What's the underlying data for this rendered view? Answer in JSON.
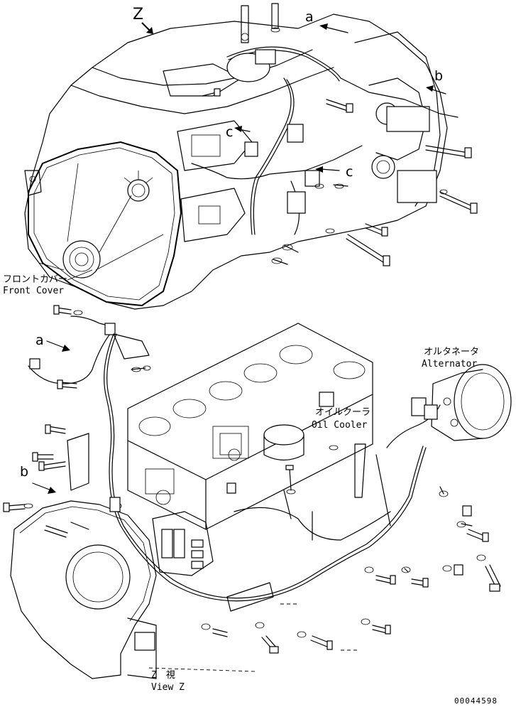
{
  "callouts": {
    "z_view_marker": "Z",
    "arrow_a_top": "a",
    "arrow_b_top": "b",
    "arrow_c_left": "c",
    "arrow_c_right": "c",
    "arrow_a_bottom": "a",
    "arrow_b_bottom": "b"
  },
  "labels": {
    "front_cover_jp": "フロントカバー",
    "front_cover_en": "Front Cover",
    "alternator_jp": "オルタネータ",
    "alternator_en": "Alternator",
    "oil_cooler_jp": "オイルクーラ",
    "oil_cooler_en": "Oil Cooler",
    "view_z_jp": "Z　視",
    "view_z_en": "View Z"
  },
  "drawing_number": "00044598"
}
